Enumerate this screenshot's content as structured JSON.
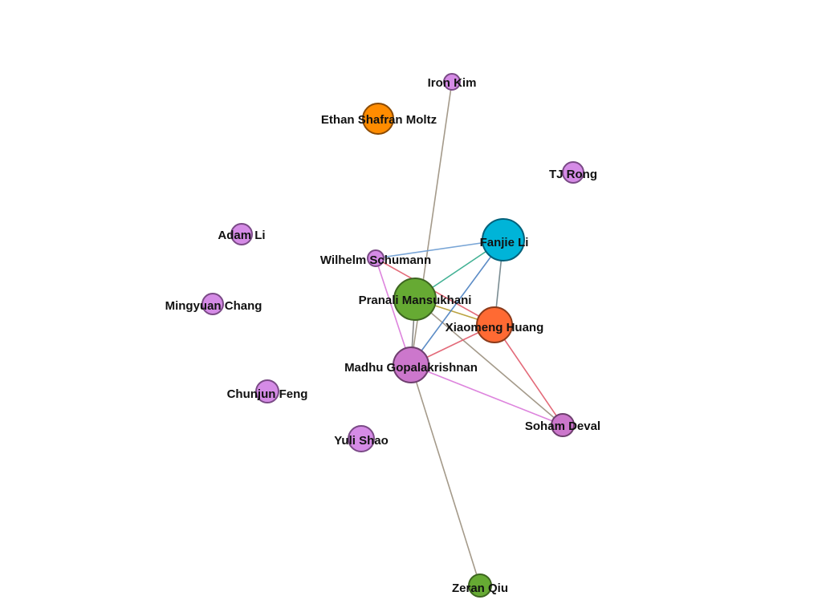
{
  "graph": {
    "nodes": [
      {
        "id": "iron-kim",
        "label": "Iron Kim",
        "fill": "#d58be6",
        "stroke": "#7a4a86"
      },
      {
        "id": "ethan-shafran-moltz",
        "label": "Ethan Shafran Moltz",
        "fill": "#ff8c00",
        "stroke": "#8b4a00"
      },
      {
        "id": "tj-rong",
        "label": "TJ Rong",
        "fill": "#d58be6",
        "stroke": "#7a4a86"
      },
      {
        "id": "adam-li",
        "label": "Adam Li",
        "fill": "#d58be6",
        "stroke": "#7a4a86"
      },
      {
        "id": "fanjie-li",
        "label": "Fanjie Li",
        "fill": "#00b4d8",
        "stroke": "#00607a"
      },
      {
        "id": "wilhelm-schumann",
        "label": "Wilhelm Schumann",
        "fill": "#d58be6",
        "stroke": "#7a4a86"
      },
      {
        "id": "mingyuan-chang",
        "label": "Mingyuan Chang",
        "fill": "#d58be6",
        "stroke": "#7a4a86"
      },
      {
        "id": "pranali-mansukhani",
        "label": "Pranali Mansukhani",
        "fill": "#66aa33",
        "stroke": "#3d6620"
      },
      {
        "id": "xiaomeng-huang",
        "label": "Xiaomeng Huang",
        "fill": "#ff6a33",
        "stroke": "#8b3a1a"
      },
      {
        "id": "madhu-gopalakrishnan",
        "label": "Madhu Gopalakrishnan",
        "fill": "#cc77cc",
        "stroke": "#6e3f6e"
      },
      {
        "id": "chunjun-feng",
        "label": "Chunjun Feng",
        "fill": "#d58be6",
        "stroke": "#7a4a86"
      },
      {
        "id": "yuli-shao",
        "label": "Yuli Shao",
        "fill": "#d58be6",
        "stroke": "#7a4a86"
      },
      {
        "id": "soham-deval",
        "label": "Soham Deval",
        "fill": "#cc77cc",
        "stroke": "#6e3f6e"
      },
      {
        "id": "zeran-qiu",
        "label": "Zeran Qiu",
        "fill": "#66aa33",
        "stroke": "#3d6620"
      }
    ],
    "edges": [
      {
        "source": "iron-kim",
        "target": "madhu-gopalakrishnan",
        "color": "#9a8f7d"
      },
      {
        "source": "wilhelm-schumann",
        "target": "fanjie-li",
        "color": "#6a9bd1"
      },
      {
        "source": "wilhelm-schumann",
        "target": "madhu-gopalakrishnan",
        "color": "#d977d9"
      },
      {
        "source": "wilhelm-schumann",
        "target": "xiaomeng-huang",
        "color": "#e05a6a"
      },
      {
        "source": "pranali-mansukhani",
        "target": "fanjie-li",
        "color": "#2ea888"
      },
      {
        "source": "pranali-mansukhani",
        "target": "xiaomeng-huang",
        "color": "#b59a2e"
      },
      {
        "source": "pranali-mansukhani",
        "target": "madhu-gopalakrishnan",
        "color": "#7a7a7a"
      },
      {
        "source": "pranali-mansukhani",
        "target": "soham-deval",
        "color": "#9a8f7d"
      },
      {
        "source": "madhu-gopalakrishnan",
        "target": "fanjie-li",
        "color": "#4a7fc0"
      },
      {
        "source": "madhu-gopalakrishnan",
        "target": "xiaomeng-huang",
        "color": "#e05a6a"
      },
      {
        "source": "madhu-gopalakrishnan",
        "target": "soham-deval",
        "color": "#d977d9"
      },
      {
        "source": "madhu-gopalakrishnan",
        "target": "zeran-qiu",
        "color": "#9a8f7d"
      },
      {
        "source": "fanjie-li",
        "target": "xiaomeng-huang",
        "color": "#6b7f86"
      },
      {
        "source": "xiaomeng-huang",
        "target": "soham-deval",
        "color": "#e05a6a"
      }
    ]
  }
}
